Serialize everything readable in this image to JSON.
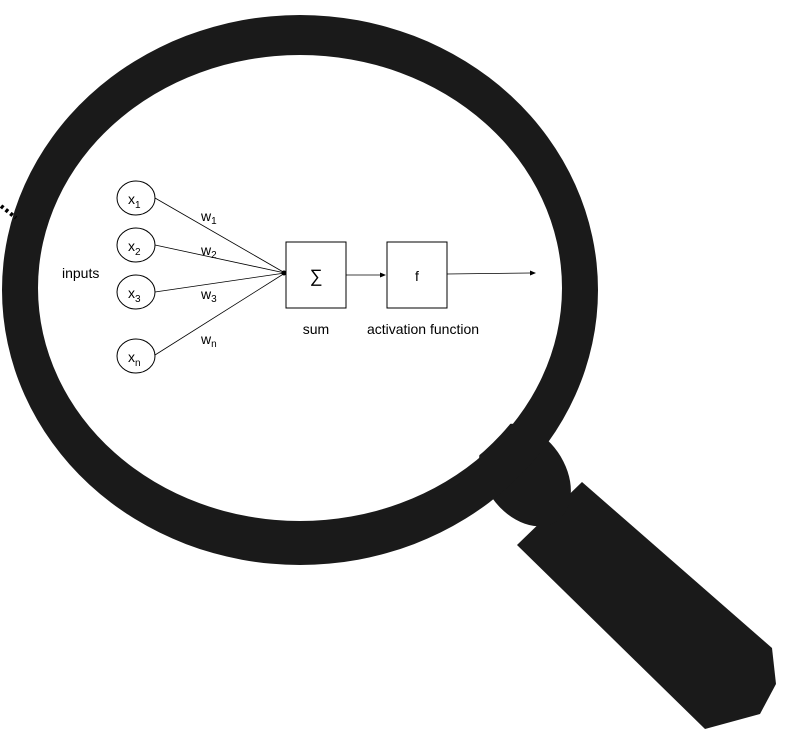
{
  "diagram": {
    "inputs_label": "inputs",
    "inputs": [
      {
        "main": "x",
        "sub": "1"
      },
      {
        "main": "x",
        "sub": "2"
      },
      {
        "main": "x",
        "sub": "3"
      },
      {
        "main": "x",
        "sub": "n"
      }
    ],
    "weights": [
      {
        "main": "w",
        "sub": "1"
      },
      {
        "main": "w",
        "sub": "2"
      },
      {
        "main": "w",
        "sub": "3"
      },
      {
        "main": "w",
        "sub": "n"
      }
    ],
    "sum_symbol": "∑",
    "sum_label": "sum",
    "activation_symbol": "f",
    "activation_label": "activation function"
  },
  "colors": {
    "lens_frame": "#1a1a1a",
    "ink": "#000000",
    "background": "#ffffff"
  },
  "icons": {
    "magnifier": "magnifying-glass-icon"
  }
}
